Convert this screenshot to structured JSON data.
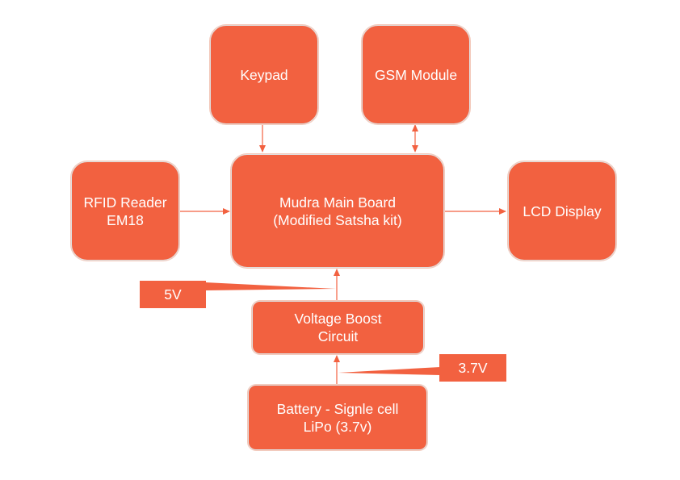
{
  "colors": {
    "fill": "#f26140",
    "line": "#f26140"
  },
  "nodes": {
    "keypad": {
      "label": "Keypad"
    },
    "gsm": {
      "label": "GSM Module"
    },
    "rfid": {
      "label": "RFID Reader\nEM18"
    },
    "main": {
      "label": "Mudra Main Board\n(Modified Satsha kit)"
    },
    "lcd": {
      "label": "LCD Display"
    },
    "boost": {
      "label": "Voltage Boost\nCircuit"
    },
    "battery": {
      "label": "Battery - Signle cell\nLiPo (3.7v)"
    }
  },
  "callouts": {
    "v5": {
      "label": "5V"
    },
    "v37": {
      "label": "3.7V"
    }
  }
}
